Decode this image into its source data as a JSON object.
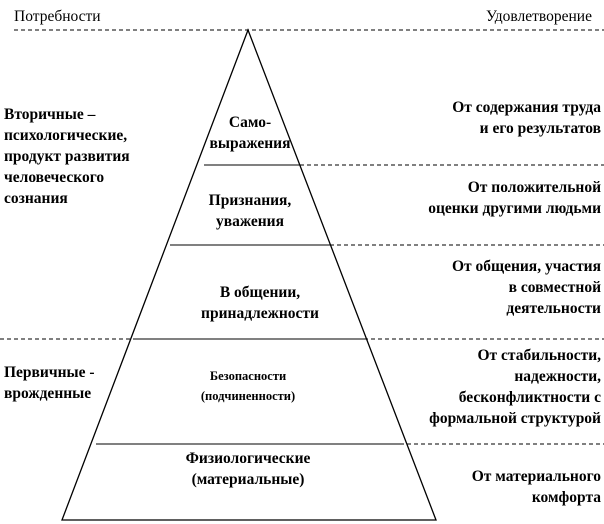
{
  "header": {
    "left": "Потребности",
    "right": "Удовлетворение"
  },
  "groups": {
    "secondary": "Вторичные –\nпсихологические,\nпродукт развития\nчеловеческого\nсознания",
    "primary": "Первичные -\nврожденные"
  },
  "levels": [
    {
      "name": "Само-\nвыражения",
      "satisfaction": "От содержания труда\nи его результатов"
    },
    {
      "name": "Признания,\nуважения",
      "satisfaction": "От положительной\nоценки другими людьми"
    },
    {
      "name": "В общении,\nпринадлежности",
      "satisfaction": "От общения, участия\nв совместной\nдеятельности"
    },
    {
      "name": "Безопасности\n(подчиненности)",
      "satisfaction": "От стабильности,\nнадежности,\nбесконфликтности с\nформальной структурой"
    },
    {
      "name": "Физиологические\n(материальные)",
      "satisfaction": "От материального\nкомфорта"
    }
  ]
}
